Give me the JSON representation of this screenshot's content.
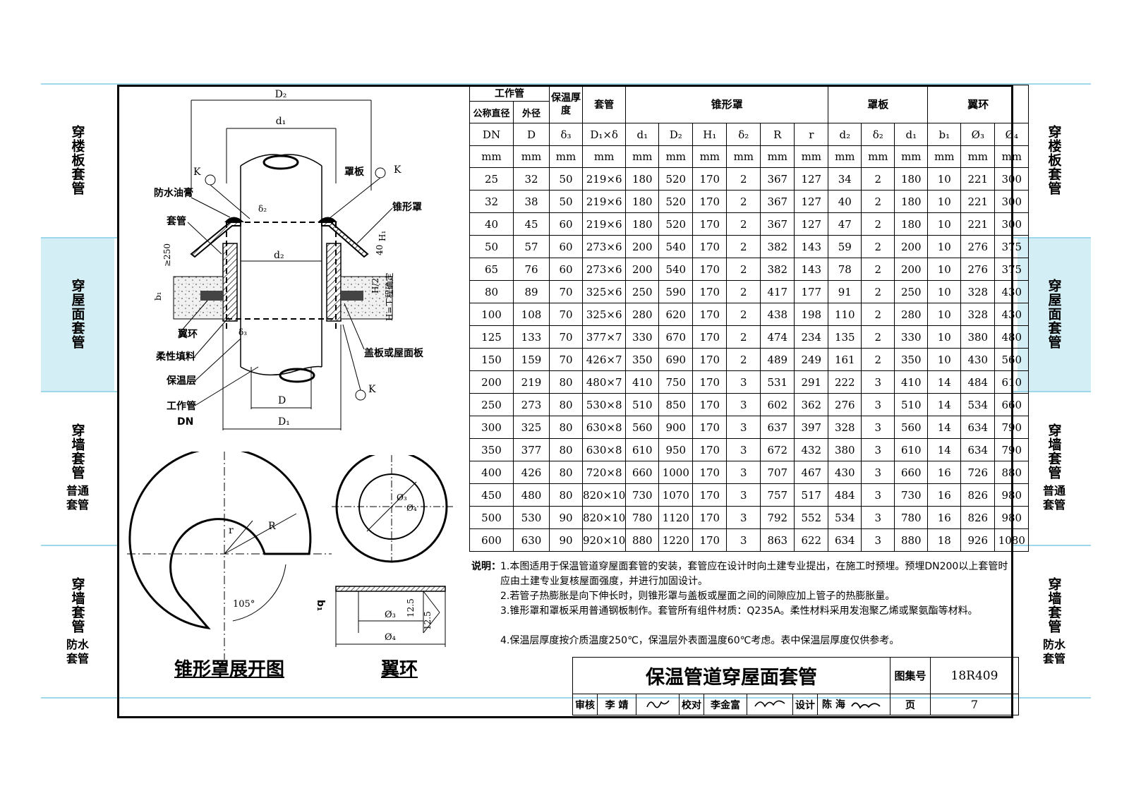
{
  "sidebar_left": [
    {
      "label": "穿楼板套管",
      "sub": ""
    },
    {
      "label": "穿屋面套管",
      "sub": ""
    },
    {
      "label": "穿墙套管",
      "sub": "普通套管"
    },
    {
      "label": "穿墙套管",
      "sub": "防水套管"
    }
  ],
  "sidebar_right": [
    {
      "label": "穿楼板套管",
      "sub": ""
    },
    {
      "label": "穿屋面套管",
      "sub": ""
    },
    {
      "label": "穿墙套管",
      "sub": "普通套管"
    },
    {
      "label": "穿墙套管",
      "sub": "防水套管"
    }
  ],
  "active_tab_index": 1,
  "accent_color": "#d4eef6",
  "drawing": {
    "labels": {
      "D2": "D₂",
      "d1": "d₁",
      "d2": "d₂",
      "D": "D",
      "D1": "D₁",
      "K": "K",
      "delta2": "δ₂",
      "delta3": "δ₃",
      "H1": "H₁",
      "dim40": "40",
      "ge250": "≥250",
      "b1": "b₁",
      "H2": "H/2",
      "H_rule": "H=工程确定",
      "fangshui": "防水油膏",
      "taoguan": "套管",
      "zhaoban": "罩板",
      "zhuixingzhao": "锥形罩",
      "yihuan": "翼环",
      "rouxing": "柔性填料",
      "baowen": "保温层",
      "gongzuoguan": "工作管",
      "DN": "DN",
      "gaiban": "盖板或屋面板"
    },
    "dev": {
      "r": "r",
      "R": "R",
      "angle": "105°",
      "caption": "锥形罩展开图"
    },
    "ring": {
      "phi3": "Ø₃",
      "phi4": "Ø₄",
      "b1": "b₁",
      "dim1": "12.5",
      "dim2": "12.5",
      "caption": "翼环"
    }
  },
  "table": {
    "group_headers": {
      "gongzuoguan": "工作管",
      "baowen": "保温厚度",
      "taoguan": "套管",
      "zhuixingzhao": "锥形罩",
      "zhaoban": "罩板",
      "yihuan": "翼环"
    },
    "sub_headers": {
      "dn_name": "公称直径",
      "od_name": "外径"
    },
    "columns": [
      "DN",
      "D",
      "δ₃",
      "D₁×δ",
      "d₁",
      "D₂",
      "H₁",
      "δ₂",
      "R",
      "r",
      "d₂",
      "δ₂",
      "d₁",
      "b₁",
      "Ø₃",
      "Ø₄"
    ],
    "unit": "mm",
    "rows": [
      [
        "25",
        "32",
        "50",
        "219×6",
        "180",
        "520",
        "170",
        "2",
        "367",
        "127",
        "34",
        "2",
        "180",
        "10",
        "221",
        "300"
      ],
      [
        "32",
        "38",
        "50",
        "219×6",
        "180",
        "520",
        "170",
        "2",
        "367",
        "127",
        "40",
        "2",
        "180",
        "10",
        "221",
        "300"
      ],
      [
        "40",
        "45",
        "60",
        "219×6",
        "180",
        "520",
        "170",
        "2",
        "367",
        "127",
        "47",
        "2",
        "180",
        "10",
        "221",
        "300"
      ],
      [
        "50",
        "57",
        "60",
        "273×6",
        "200",
        "540",
        "170",
        "2",
        "382",
        "143",
        "59",
        "2",
        "200",
        "10",
        "276",
        "375"
      ],
      [
        "65",
        "76",
        "60",
        "273×6",
        "200",
        "540",
        "170",
        "2",
        "382",
        "143",
        "78",
        "2",
        "200",
        "10",
        "276",
        "375"
      ],
      [
        "80",
        "89",
        "70",
        "325×6",
        "250",
        "590",
        "170",
        "2",
        "417",
        "177",
        "91",
        "2",
        "250",
        "10",
        "328",
        "430"
      ],
      [
        "100",
        "108",
        "70",
        "325×6",
        "280",
        "620",
        "170",
        "2",
        "438",
        "198",
        "110",
        "2",
        "280",
        "10",
        "328",
        "430"
      ],
      [
        "125",
        "133",
        "70",
        "377×7",
        "330",
        "670",
        "170",
        "2",
        "474",
        "234",
        "135",
        "2",
        "330",
        "10",
        "380",
        "480"
      ],
      [
        "150",
        "159",
        "70",
        "426×7",
        "350",
        "690",
        "170",
        "2",
        "489",
        "249",
        "161",
        "2",
        "350",
        "10",
        "430",
        "560"
      ],
      [
        "200",
        "219",
        "80",
        "480×7",
        "410",
        "750",
        "170",
        "3",
        "531",
        "291",
        "222",
        "3",
        "410",
        "14",
        "484",
        "610"
      ],
      [
        "250",
        "273",
        "80",
        "530×8",
        "510",
        "850",
        "170",
        "3",
        "602",
        "362",
        "276",
        "3",
        "510",
        "14",
        "534",
        "660"
      ],
      [
        "300",
        "325",
        "80",
        "630×8",
        "560",
        "900",
        "170",
        "3",
        "637",
        "397",
        "328",
        "3",
        "560",
        "14",
        "634",
        "790"
      ],
      [
        "350",
        "377",
        "80",
        "630×8",
        "610",
        "950",
        "170",
        "3",
        "672",
        "432",
        "380",
        "3",
        "610",
        "14",
        "634",
        "790"
      ],
      [
        "400",
        "426",
        "80",
        "720×8",
        "660",
        "1000",
        "170",
        "3",
        "707",
        "467",
        "430",
        "3",
        "660",
        "16",
        "726",
        "880"
      ],
      [
        "450",
        "480",
        "80",
        "820×10",
        "730",
        "1070",
        "170",
        "3",
        "757",
        "517",
        "484",
        "3",
        "730",
        "16",
        "826",
        "980"
      ],
      [
        "500",
        "530",
        "90",
        "820×10",
        "780",
        "1120",
        "170",
        "3",
        "792",
        "552",
        "534",
        "3",
        "780",
        "16",
        "826",
        "980"
      ],
      [
        "600",
        "630",
        "90",
        "920×10",
        "880",
        "1220",
        "170",
        "3",
        "863",
        "622",
        "634",
        "3",
        "880",
        "18",
        "926",
        "1080"
      ]
    ]
  },
  "notes": {
    "label": "说明：",
    "items": [
      "1.本图适用于保温管道穿屋面套管的安装，套管应在设计时向土建专业提出，在施工时预埋。预埋DN200以上套管时应由土建专业复核屋面强度，并进行加固设计。",
      "2.若管子热膨胀是向下伸长时，则锥形罩与盖板或屋面之间的间隙应加上管子的热膨胀量。",
      "3.锥形罩和罩板采用普通钢板制作。套管所有组件材质：Q235A。柔性材料采用发泡聚乙烯或聚氨酯等材料。",
      "4.保温层厚度按介质温度250℃，保温层外表面温度60℃考虑。表中保温层厚度仅供参考。"
    ]
  },
  "titleblock": {
    "title": "保温管道穿屋面套管",
    "atlas_label": "图集号",
    "atlas_no": "18R409",
    "review_label": "审核",
    "reviewer": "李 靖",
    "check_label": "校对",
    "checker": "李金富",
    "design_label": "设计",
    "designer": "陈 海",
    "page_label": "页",
    "page_no": "7"
  }
}
